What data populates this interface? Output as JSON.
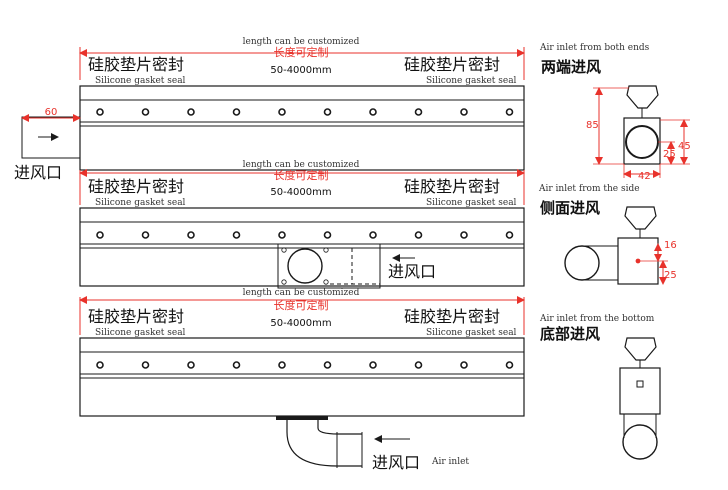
{
  "panels": [
    {
      "length_note": "length can be customized",
      "length_cn": "长度可定制",
      "length_range": "50-4000mm",
      "gasket_cn_left": "硅胶垫片密封",
      "gasket_en_left": "Silicone gasket seal",
      "gasket_cn_right": "硅胶垫片密封",
      "gasket_en_right": "Silicone gasket seal",
      "inlet_label": "进风口",
      "inlet_width": "60"
    },
    {
      "length_note": "length can be customized",
      "length_cn": "长度可定制",
      "length_range": "50-4000mm",
      "gasket_cn_left": "硅胶垫片密封",
      "gasket_en_left": "Silicone gasket seal",
      "gasket_cn_right": "硅胶垫片密封",
      "gasket_en_right": "Silicone gasket seal",
      "inlet_label": "进风口"
    },
    {
      "length_note": "length can be customized",
      "length_cn": "长度可定制",
      "length_range": "50-4000mm",
      "gasket_cn_left": "硅胶垫片密封",
      "gasket_en_left": "Silicone gasket seal",
      "gasket_cn_right": "硅胶垫片密封",
      "gasket_en_right": "Silicone gasket seal",
      "inlet_label": "进风口",
      "inlet_en": "Air inlet"
    }
  ],
  "sections": [
    {
      "en": "Air inlet from both ends",
      "cn": "两端进风",
      "dims": [
        "85",
        "45",
        "25",
        "42"
      ]
    },
    {
      "en": "Air inlet from the side",
      "cn": "侧面进风",
      "dims": [
        "16",
        "25"
      ]
    },
    {
      "en": "Air inlet from the bottom",
      "cn": "底部进风"
    }
  ],
  "colors": {
    "line": "#1a1a1a",
    "dimension": "#e8322b"
  }
}
